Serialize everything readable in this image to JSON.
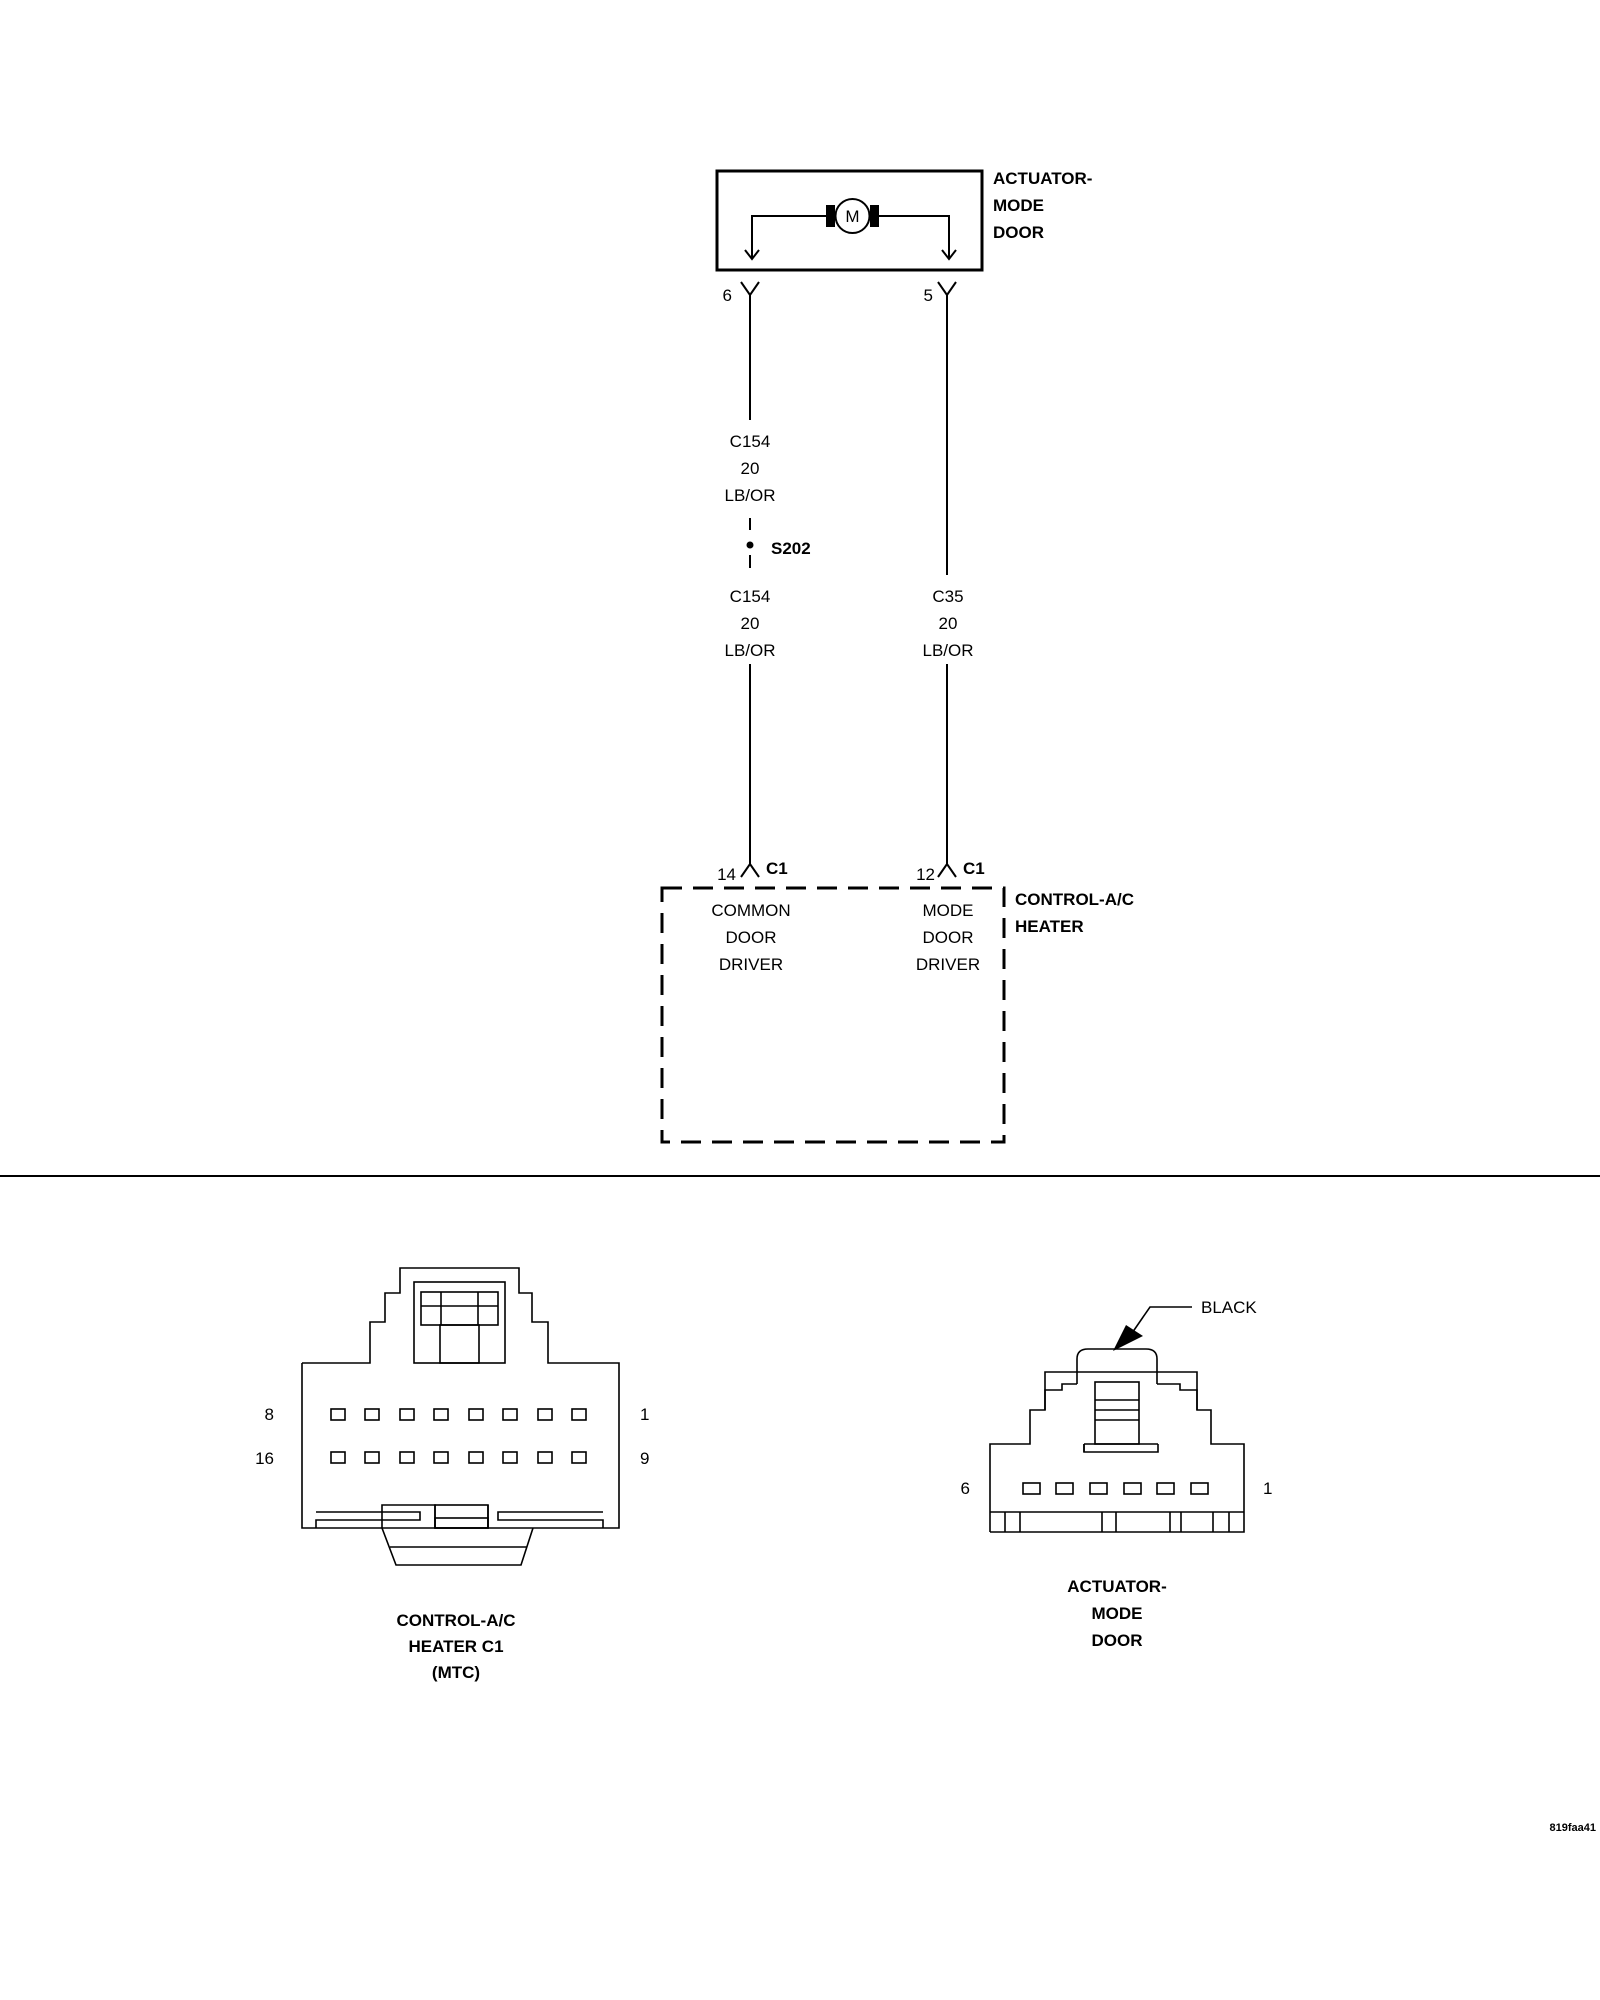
{
  "actuator": {
    "label_lines": [
      "ACTUATOR-",
      "MODE",
      "DOOR"
    ],
    "motor_label": "M",
    "pin_left": "6",
    "pin_right": "5"
  },
  "wires": {
    "left_upper": {
      "circuit": "C154",
      "gauge": "20",
      "color": "LB/OR"
    },
    "splice": "S202",
    "left_lower": {
      "circuit": "C154",
      "gauge": "20",
      "color": "LB/OR"
    },
    "right": {
      "circuit": "C35",
      "gauge": "20",
      "color": "LB/OR"
    }
  },
  "control_module": {
    "label_lines": [
      "CONTROL-A/C",
      "HEATER"
    ],
    "left_pin": "14",
    "right_pin": "12",
    "connector_tag": "C1",
    "left_function": [
      "COMMON",
      "DOOR",
      "DRIVER"
    ],
    "right_function": [
      "MODE",
      "DOOR",
      "DRIVER"
    ]
  },
  "connector_views": {
    "heater_c1": {
      "pin_top_left": "8",
      "pin_top_right": "1",
      "pin_bottom_left": "16",
      "pin_bottom_right": "9",
      "caption_lines": [
        "CONTROL-A/C",
        "HEATER C1",
        "(MTC)"
      ]
    },
    "actuator": {
      "color_callout": "BLACK",
      "pin_left": "6",
      "pin_right": "1",
      "caption_lines": [
        "ACTUATOR-",
        "MODE",
        "DOOR"
      ]
    }
  },
  "figure_id": "819faa41"
}
